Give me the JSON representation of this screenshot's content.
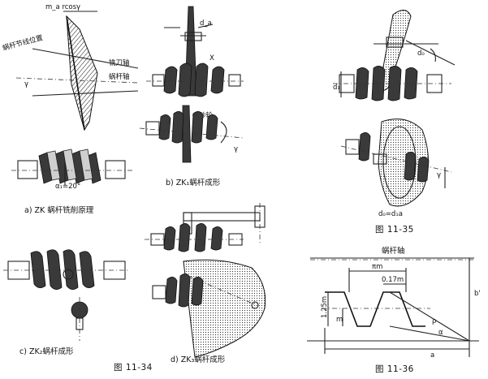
{
  "fig_11_34": {
    "label": "图 11-34",
    "panel_a": {
      "caption": "a) ZK 蜗杆铣削原理",
      "lbl_m": "m_a rcosγ",
      "lbl_pitch": "蜗杆节线位置",
      "lbl_cutter_axis": "铣刀轴",
      "lbl_worm_axis": "蜗杆轴",
      "lbl_gamma": "γ",
      "lbl_alpha": "α₁=20°"
    },
    "panel_b": {
      "caption": "b) ZK₁蜗杆成形",
      "lbl_da": "d_a",
      "lbl_x": "X",
      "lbl_wheel": "砂轮",
      "lbl_gamma": "γ"
    },
    "panel_c": {
      "caption": "c) ZK₂蜗杆成形"
    },
    "panel_d": {
      "caption": "d) ZK₃蜗杆成形"
    }
  },
  "fig_11_35": {
    "label": "图 11-35",
    "lbl_d0": "d₀",
    "lbl_d1": "d₁",
    "lbl_gamma": "γ",
    "lbl_formula": "d₀=d₁a"
  },
  "fig_11_36": {
    "label": "图 11-36",
    "title": "蜗杆轴",
    "lbl_pim": "πm",
    "lbl_017m": "0.17m",
    "lbl_125m": "1.25m",
    "lbl_m": "m",
    "lbl_rho": "ρ",
    "lbl_alpha": "α",
    "lbl_b": "b'",
    "lbl_a": "a"
  }
}
